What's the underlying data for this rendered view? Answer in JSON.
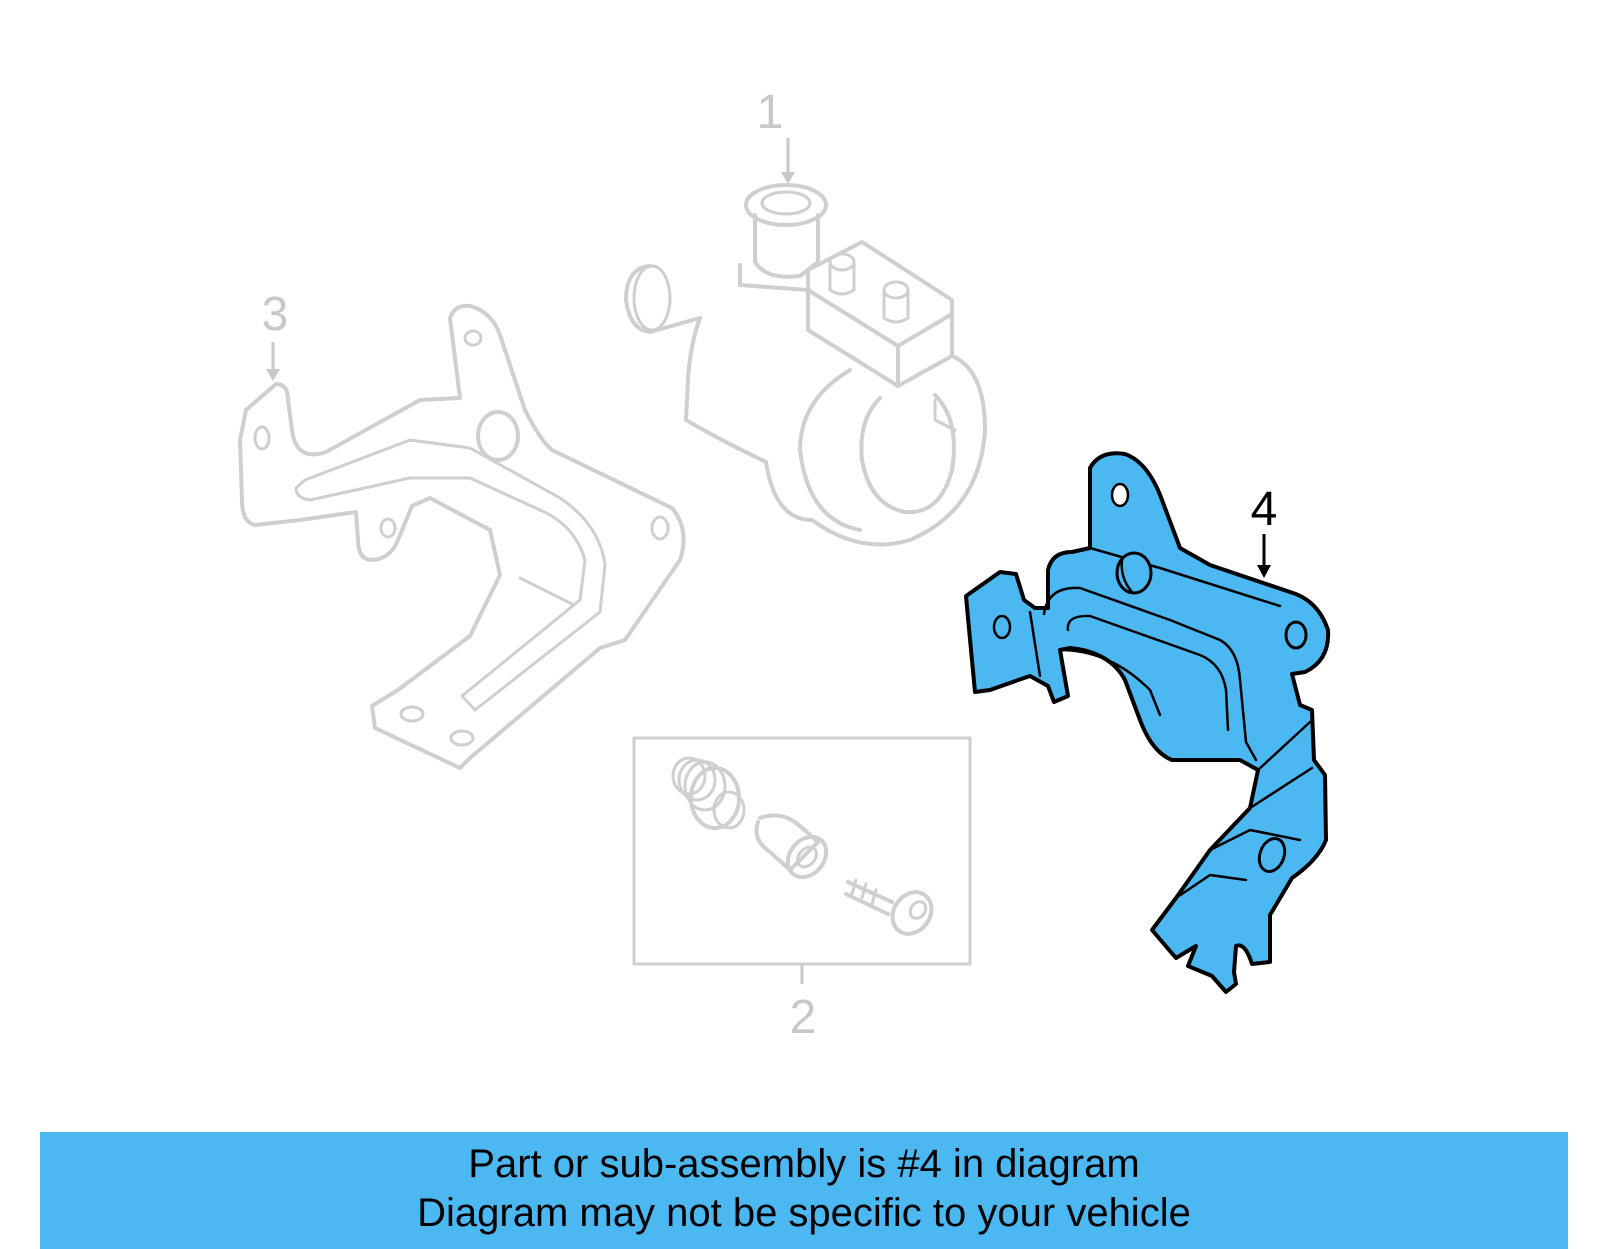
{
  "callouts": [
    {
      "number": "1"
    },
    {
      "number": "2"
    },
    {
      "number": "3"
    },
    {
      "number": "4"
    }
  ],
  "highlighted_part": "4",
  "colors": {
    "highlight": "#4cb8f2",
    "ghost_lines": "#cfcfcf",
    "banner": "#4cb8f2"
  },
  "banner": {
    "line1": "Part or sub-assembly is #4 in diagram",
    "line2": "Diagram may not be specific to your vehicle"
  }
}
